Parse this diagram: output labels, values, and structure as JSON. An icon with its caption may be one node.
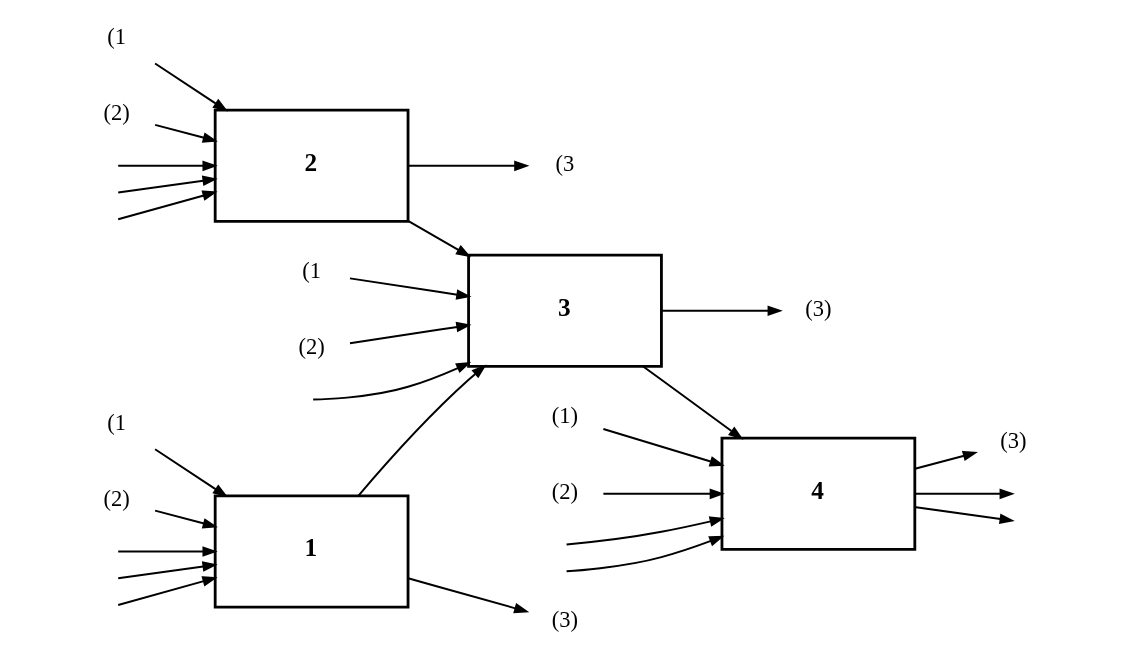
{
  "diagram": {
    "nodes": [
      {
        "text": [
          "(1"
        ]
      },
      {
        "text": [
          "(2)"
        ]
      },
      {
        "text": [
          "2"
        ]
      },
      {
        "text": [
          "(3"
        ]
      },
      {
        "text": [
          "(1"
        ]
      },
      {
        "text": [
          "(2)"
        ]
      },
      {
        "text": [
          "(1)"
        ]
      },
      {
        "text": [
          "(2)"
        ]
      },
      {
        "text": [
          "4"
        ]
      },
      {
        "text": [
          "(3)"
        ]
      },
      {
        "text": [
          "3"
        ]
      },
      {
        "text": [
          "(3)"
        ]
      },
      {
        "text": [
          "(1"
        ]
      },
      {
        "text": [
          "(2)"
        ]
      },
      {
        "text": [
          "1"
        ]
      },
      {
        "text": [
          "(3)"
        ]
      }
    ],
    "edges": [
      {
        "from": null,
        "to": 2,
        "arrow": "to"
      },
      {
        "from": null,
        "to": 2,
        "arrow": "to"
      },
      {
        "from": 0,
        "to": 2,
        "arrow": "to"
      },
      {
        "from": 1,
        "to": 2,
        "arrow": "to"
      },
      {
        "from": null,
        "to": 2,
        "arrow": "to"
      },
      {
        "from": 2,
        "to": 3,
        "arrow": "to"
      },
      {
        "from": 2,
        "to": 10,
        "arrow": "to"
      },
      {
        "from": 4,
        "to": 10,
        "arrow": "to"
      },
      {
        "from": 5,
        "to": 10,
        "arrow": "to"
      },
      {
        "from": null,
        "to": 10,
        "arrow": "to"
      },
      {
        "from": 10,
        "to": 11,
        "arrow": "to"
      },
      {
        "from": 10,
        "to": 8,
        "arrow": "to"
      },
      {
        "from": 6,
        "to": 8,
        "arrow": "to"
      },
      {
        "from": 7,
        "to": 8,
        "arrow": "to"
      },
      {
        "from": null,
        "to": 8,
        "arrow": "to"
      },
      {
        "from": null,
        "to": 8,
        "arrow": "to"
      },
      {
        "from": 8,
        "to": null,
        "arrow": "to"
      },
      {
        "from": 8,
        "to": 9,
        "arrow": "to"
      },
      {
        "from": 8,
        "to": null,
        "arrow": "to"
      },
      {
        "from": null,
        "to": 14,
        "arrow": "to"
      },
      {
        "from": null,
        "to": 14,
        "arrow": "to"
      },
      {
        "from": 12,
        "to": 14,
        "arrow": "to"
      },
      {
        "from": 13,
        "to": 14,
        "arrow": "to"
      },
      {
        "from": null,
        "to": 14,
        "arrow": "to"
      },
      {
        "from": 14,
        "to": 15,
        "arrow": "to"
      },
      {
        "from": 14,
        "to": 10,
        "arrow": "to"
      }
    ]
  }
}
